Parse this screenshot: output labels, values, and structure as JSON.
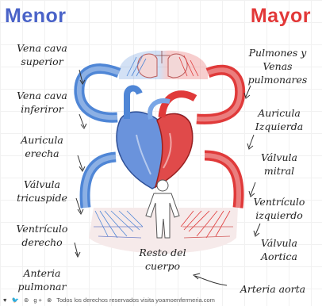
{
  "titles": {
    "left": "Menor",
    "right": "Mayor"
  },
  "left_labels": [
    {
      "l1": "Vena cava",
      "l2": "superior"
    },
    {
      "l1": "Vena cava",
      "l2": "inferiror"
    },
    {
      "l1": "Auricula",
      "l2": "erecha"
    },
    {
      "l1": "Válvula",
      "l2": "tricuspide"
    },
    {
      "l1": "Ventrículo",
      "l2": "derecho"
    },
    {
      "l1": "Anteria",
      "l2": "pulmonar"
    }
  ],
  "right_labels": [
    {
      "l1": "Pulmones y",
      "l2": "Venas",
      "l3": "pulmonares"
    },
    {
      "l1": "Auricula",
      "l2": "Izquierda"
    },
    {
      "l1": "Válvula",
      "l2": "mitral"
    },
    {
      "l1": "Ventrículo",
      "l2": "izquierdo"
    },
    {
      "l1": "Válvula",
      "l2": "Aortica"
    },
    {
      "l1": "Arteria aorta"
    }
  ],
  "center_label": {
    "l1": "Resto del",
    "l2": "cuerpo"
  },
  "footer": {
    "icons": "♥ 🐦 ⊚ g+ ⊗",
    "text": "Todos los derechos reservados visita yoamoenfermeria.com"
  },
  "colors": {
    "venous": "#4f86d6",
    "arterial": "#e03a3a",
    "menor": "#4a63c8",
    "mayor": "#e23838"
  },
  "icons": [
    "arrow-icon",
    "lungs-icon",
    "heart-icon",
    "body-silhouette-icon"
  ]
}
